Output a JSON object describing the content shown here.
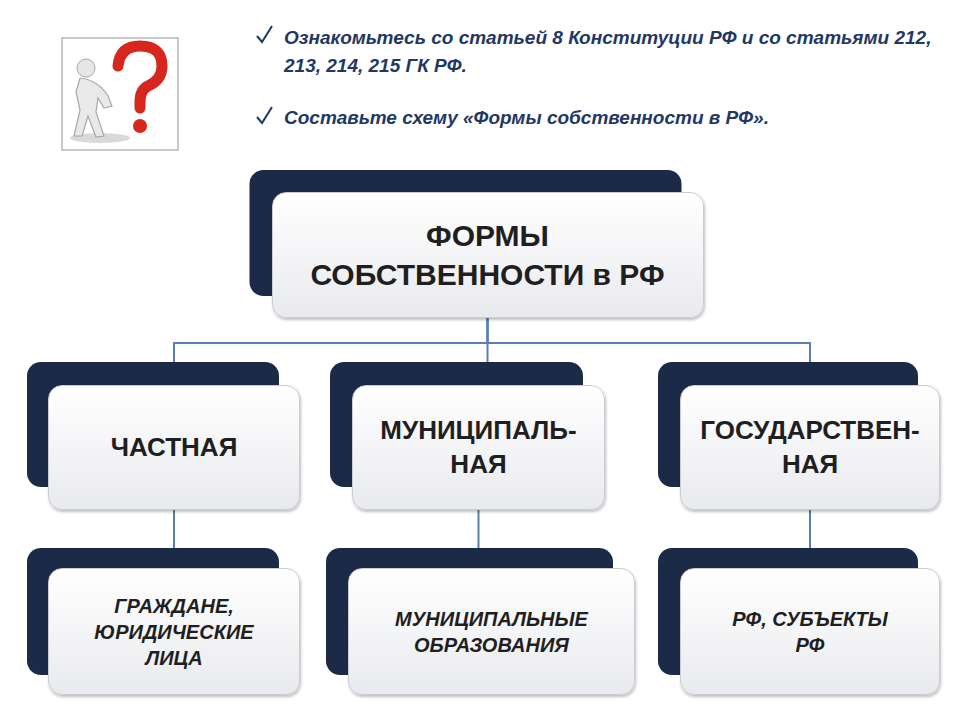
{
  "diagram": {
    "nodes": [
      {
        "text": [
          "ФОРМЫ СОБСТВЕННОСТИ в РФ"
        ]
      },
      {
        "text": [
          "ЧАСТНАЯ"
        ]
      },
      {
        "text": [
          "МУНИЦИПАЛЬ- НАЯ"
        ]
      },
      {
        "text": [
          "ГОСУДАРСТВЕН- НАЯ"
        ]
      },
      {
        "text": [
          "ГРАЖДАНЕ, ЮРИДИЧЕСКИЕ ЛИЦА"
        ]
      },
      {
        "text": [
          "МУНИЦИПАЛЬНЫЕ ОБРАЗОВАНИЯ"
        ]
      },
      {
        "text": [
          "РФ, СУБЪЕКТЫ РФ"
        ]
      }
    ],
    "edges": [
      {
        "from": 0,
        "to": 1,
        "arrow": "none"
      },
      {
        "from": 0,
        "to": 2,
        "arrow": "none"
      },
      {
        "from": 0,
        "to": 3,
        "arrow": "none"
      },
      {
        "from": 1,
        "to": 4,
        "arrow": "none"
      },
      {
        "from": 2,
        "to": 5,
        "arrow": "none"
      },
      {
        "from": 3,
        "to": 6,
        "arrow": "none"
      }
    ],
    "labels": [
      "Ознакомьтесь со статьей 8 Конституции РФ и со статьями 212, 213, 214, 215 ГК РФ.",
      "Составьте схему «Формы собственности в РФ»."
    ]
  }
}
